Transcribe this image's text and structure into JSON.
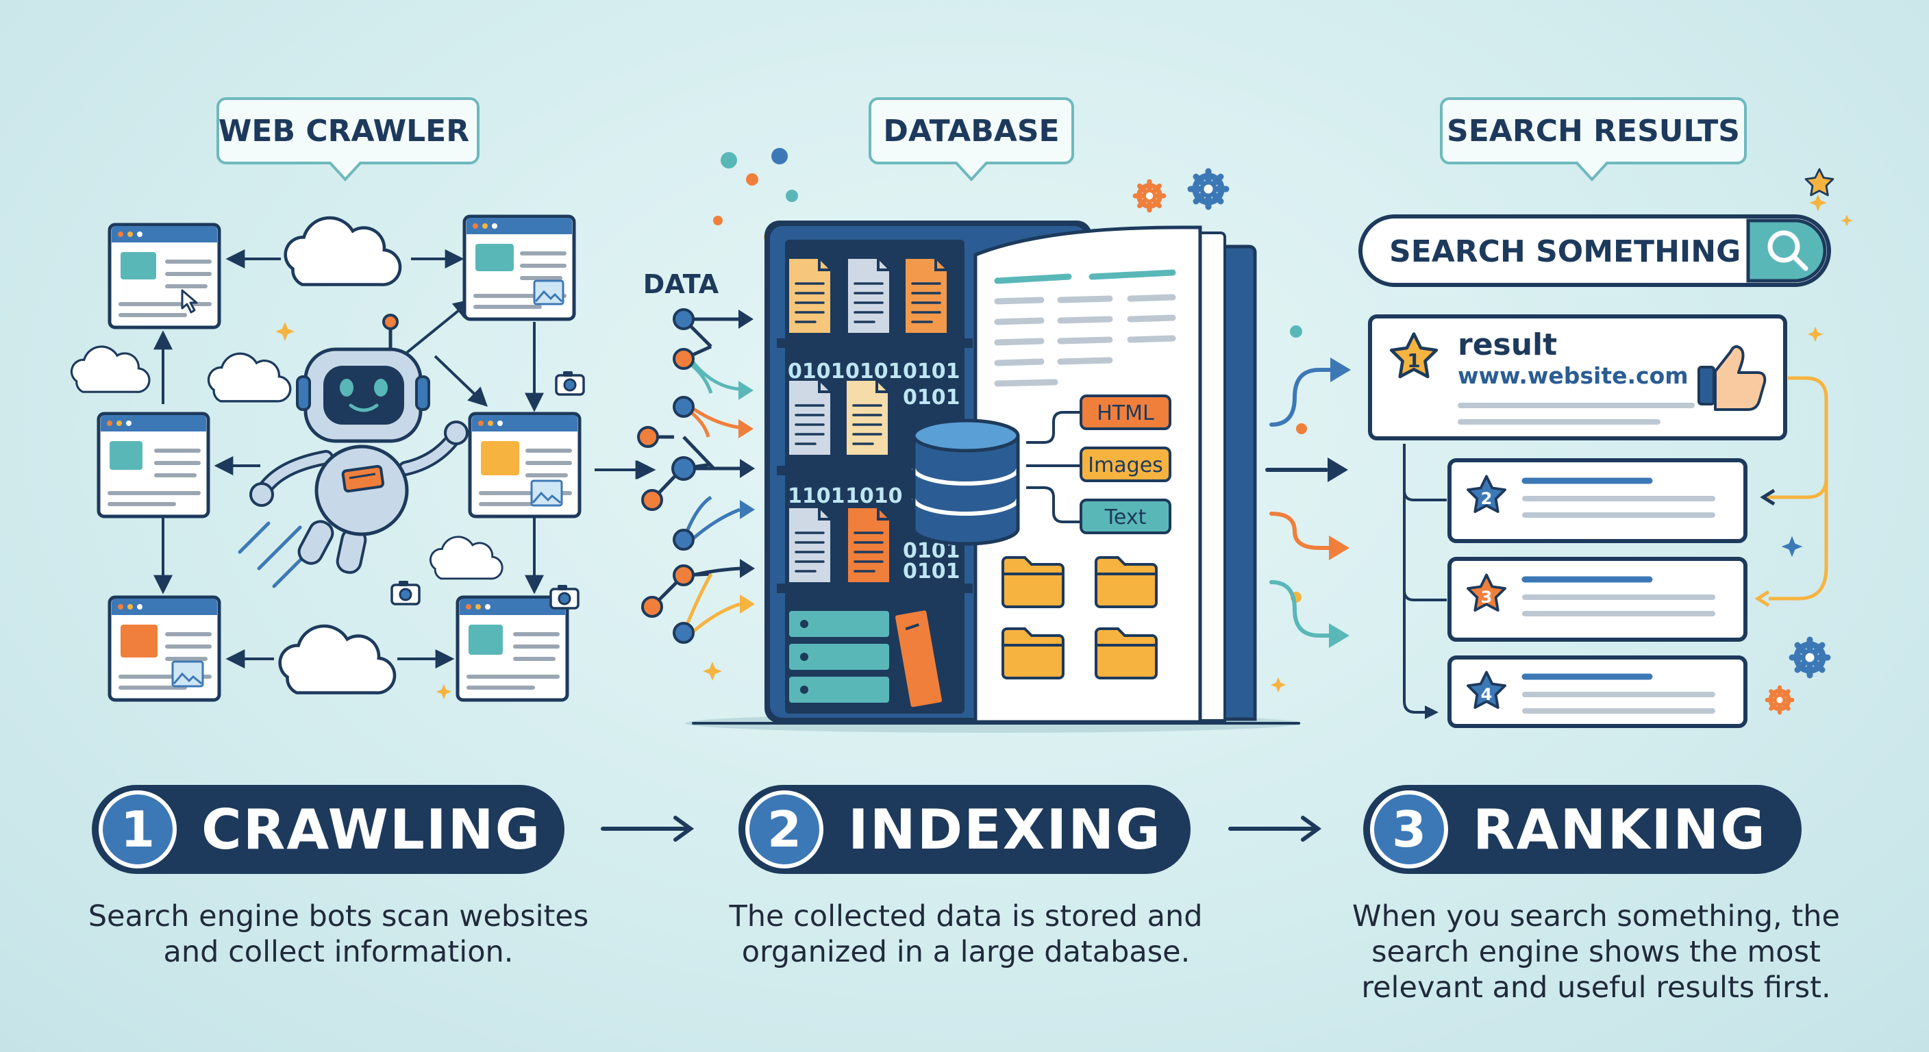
{
  "callouts": {
    "crawler": "WEB CRAWLER",
    "database": "DATABASE",
    "results": "SEARCH RESULTS"
  },
  "data_label": "DATA",
  "binary": [
    "0101",
    "0101",
    "0101",
    "0101",
    "1101",
    "1010",
    "0101",
    "0101"
  ],
  "tags": {
    "html": "HTML",
    "images": "Images",
    "text": "Text"
  },
  "search": {
    "value": "SEARCH SOMETHING"
  },
  "top_result": {
    "title": "result",
    "url": "www.website.com",
    "rank": "1"
  },
  "ranks": [
    "2",
    "3",
    "4"
  ],
  "stages": [
    {
      "num": "1",
      "title": "CRAWLING",
      "desc": [
        "Search engine bots scan websites",
        "and collect information."
      ]
    },
    {
      "num": "2",
      "title": "INDEXING",
      "desc": [
        "The collected data is stored and",
        "organized in a large database."
      ]
    },
    {
      "num": "3",
      "title": "RANKING",
      "desc": [
        "When you search something, the",
        "search engine shows the most",
        "relevant and useful results first."
      ]
    }
  ],
  "colors": {
    "navy": "#1d3a5c",
    "blue": "#3d78b6",
    "teal": "#5ab7b8",
    "orange": "#f07f3c",
    "yellow": "#f6b340"
  }
}
